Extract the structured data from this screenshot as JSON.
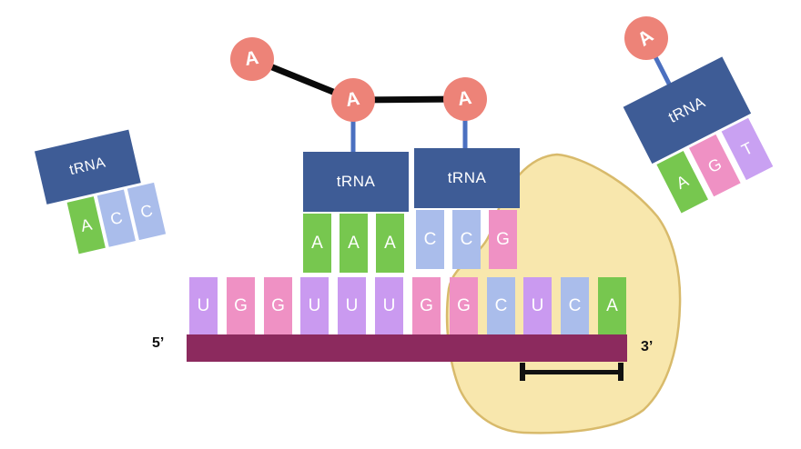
{
  "colors": {
    "trna_body": "#3e5c96",
    "amino_acid": "#ed8378",
    "peptide_bond": "#0a0a0a",
    "linker_blue": "#4b70c0",
    "nucleotide_a": "#77c74f",
    "nucleotide_c": "#aabdeb",
    "nucleotide_g": "#ef91c4",
    "nucleotide_u": "#ca9af0",
    "nucleotide_t": "#c9a1f2",
    "mrna_strand": "#8c2a5e",
    "ribosome_fill": "#f8e7ad",
    "ribosome_stroke": "#d8ba6b",
    "scale_bar": "#111111",
    "letter_white": "#ffffff"
  },
  "peptide_chain": {
    "residues": [
      "A",
      "A",
      "A"
    ]
  },
  "free_trna_left": {
    "label": "tRNA",
    "anticodon": [
      {
        "letter": "A",
        "color": "#77c74f"
      },
      {
        "letter": "C",
        "color": "#aabdeb"
      },
      {
        "letter": "C",
        "color": "#aabdeb"
      }
    ]
  },
  "trna_p_site": {
    "label": "tRNA",
    "amino_acid": "A",
    "anticodon": [
      {
        "letter": "A",
        "color": "#77c74f"
      },
      {
        "letter": "A",
        "color": "#77c74f"
      },
      {
        "letter": "A",
        "color": "#77c74f"
      }
    ]
  },
  "trna_a_site": {
    "label": "tRNA",
    "amino_acid": "A",
    "anticodon": [
      {
        "letter": "C",
        "color": "#aabdeb"
      },
      {
        "letter": "C",
        "color": "#aabdeb"
      },
      {
        "letter": "G",
        "color": "#ef91c4"
      }
    ]
  },
  "incoming_trna": {
    "label": "tRNA",
    "amino_acid": "A",
    "anticodon": [
      {
        "letter": "A",
        "color": "#77c74f"
      },
      {
        "letter": "G",
        "color": "#ef91c4"
      },
      {
        "letter": "T",
        "color": "#c9a1f2"
      }
    ]
  },
  "mrna": {
    "five_prime_label": "5’",
    "three_prime_label": "3’",
    "strand_color": "#8c2a5e",
    "sequence": [
      {
        "letter": "U",
        "color": "#ca9af0"
      },
      {
        "letter": "G",
        "color": "#ef91c4"
      },
      {
        "letter": "G",
        "color": "#ef91c4"
      },
      {
        "letter": "U",
        "color": "#ca9af0"
      },
      {
        "letter": "U",
        "color": "#ca9af0"
      },
      {
        "letter": "U",
        "color": "#ca9af0"
      },
      {
        "letter": "G",
        "color": "#ef91c4"
      },
      {
        "letter": "G",
        "color": "#ef91c4"
      },
      {
        "letter": "C",
        "color": "#aabdeb"
      },
      {
        "letter": "U",
        "color": "#ca9af0"
      },
      {
        "letter": "C",
        "color": "#aabdeb"
      },
      {
        "letter": "A",
        "color": "#77c74f"
      }
    ]
  }
}
